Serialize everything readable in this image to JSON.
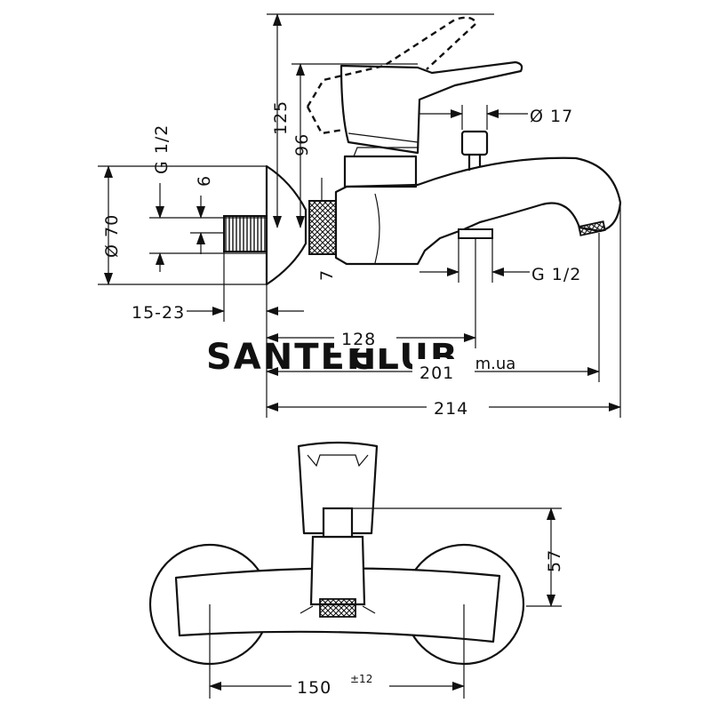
{
  "dimensions": {
    "lever_height": "125",
    "body_height": "96",
    "button_diameter": "Ø 17",
    "inlet_thread": "G 1/2",
    "outlet_thread": "G 1/2",
    "connection_height": "6",
    "flange_diameter": "Ø 70",
    "nut_height": "7",
    "eccentric_range": "15-23",
    "outlet_reach": "128",
    "spout_reach": "201",
    "total_length": "214",
    "handle_height": "57",
    "center_distance": "150",
    "center_tolerance": "±12"
  },
  "watermark": {
    "part1": "SANTEH",
    "part2": "CLUB",
    "domain": ".com.ua"
  }
}
